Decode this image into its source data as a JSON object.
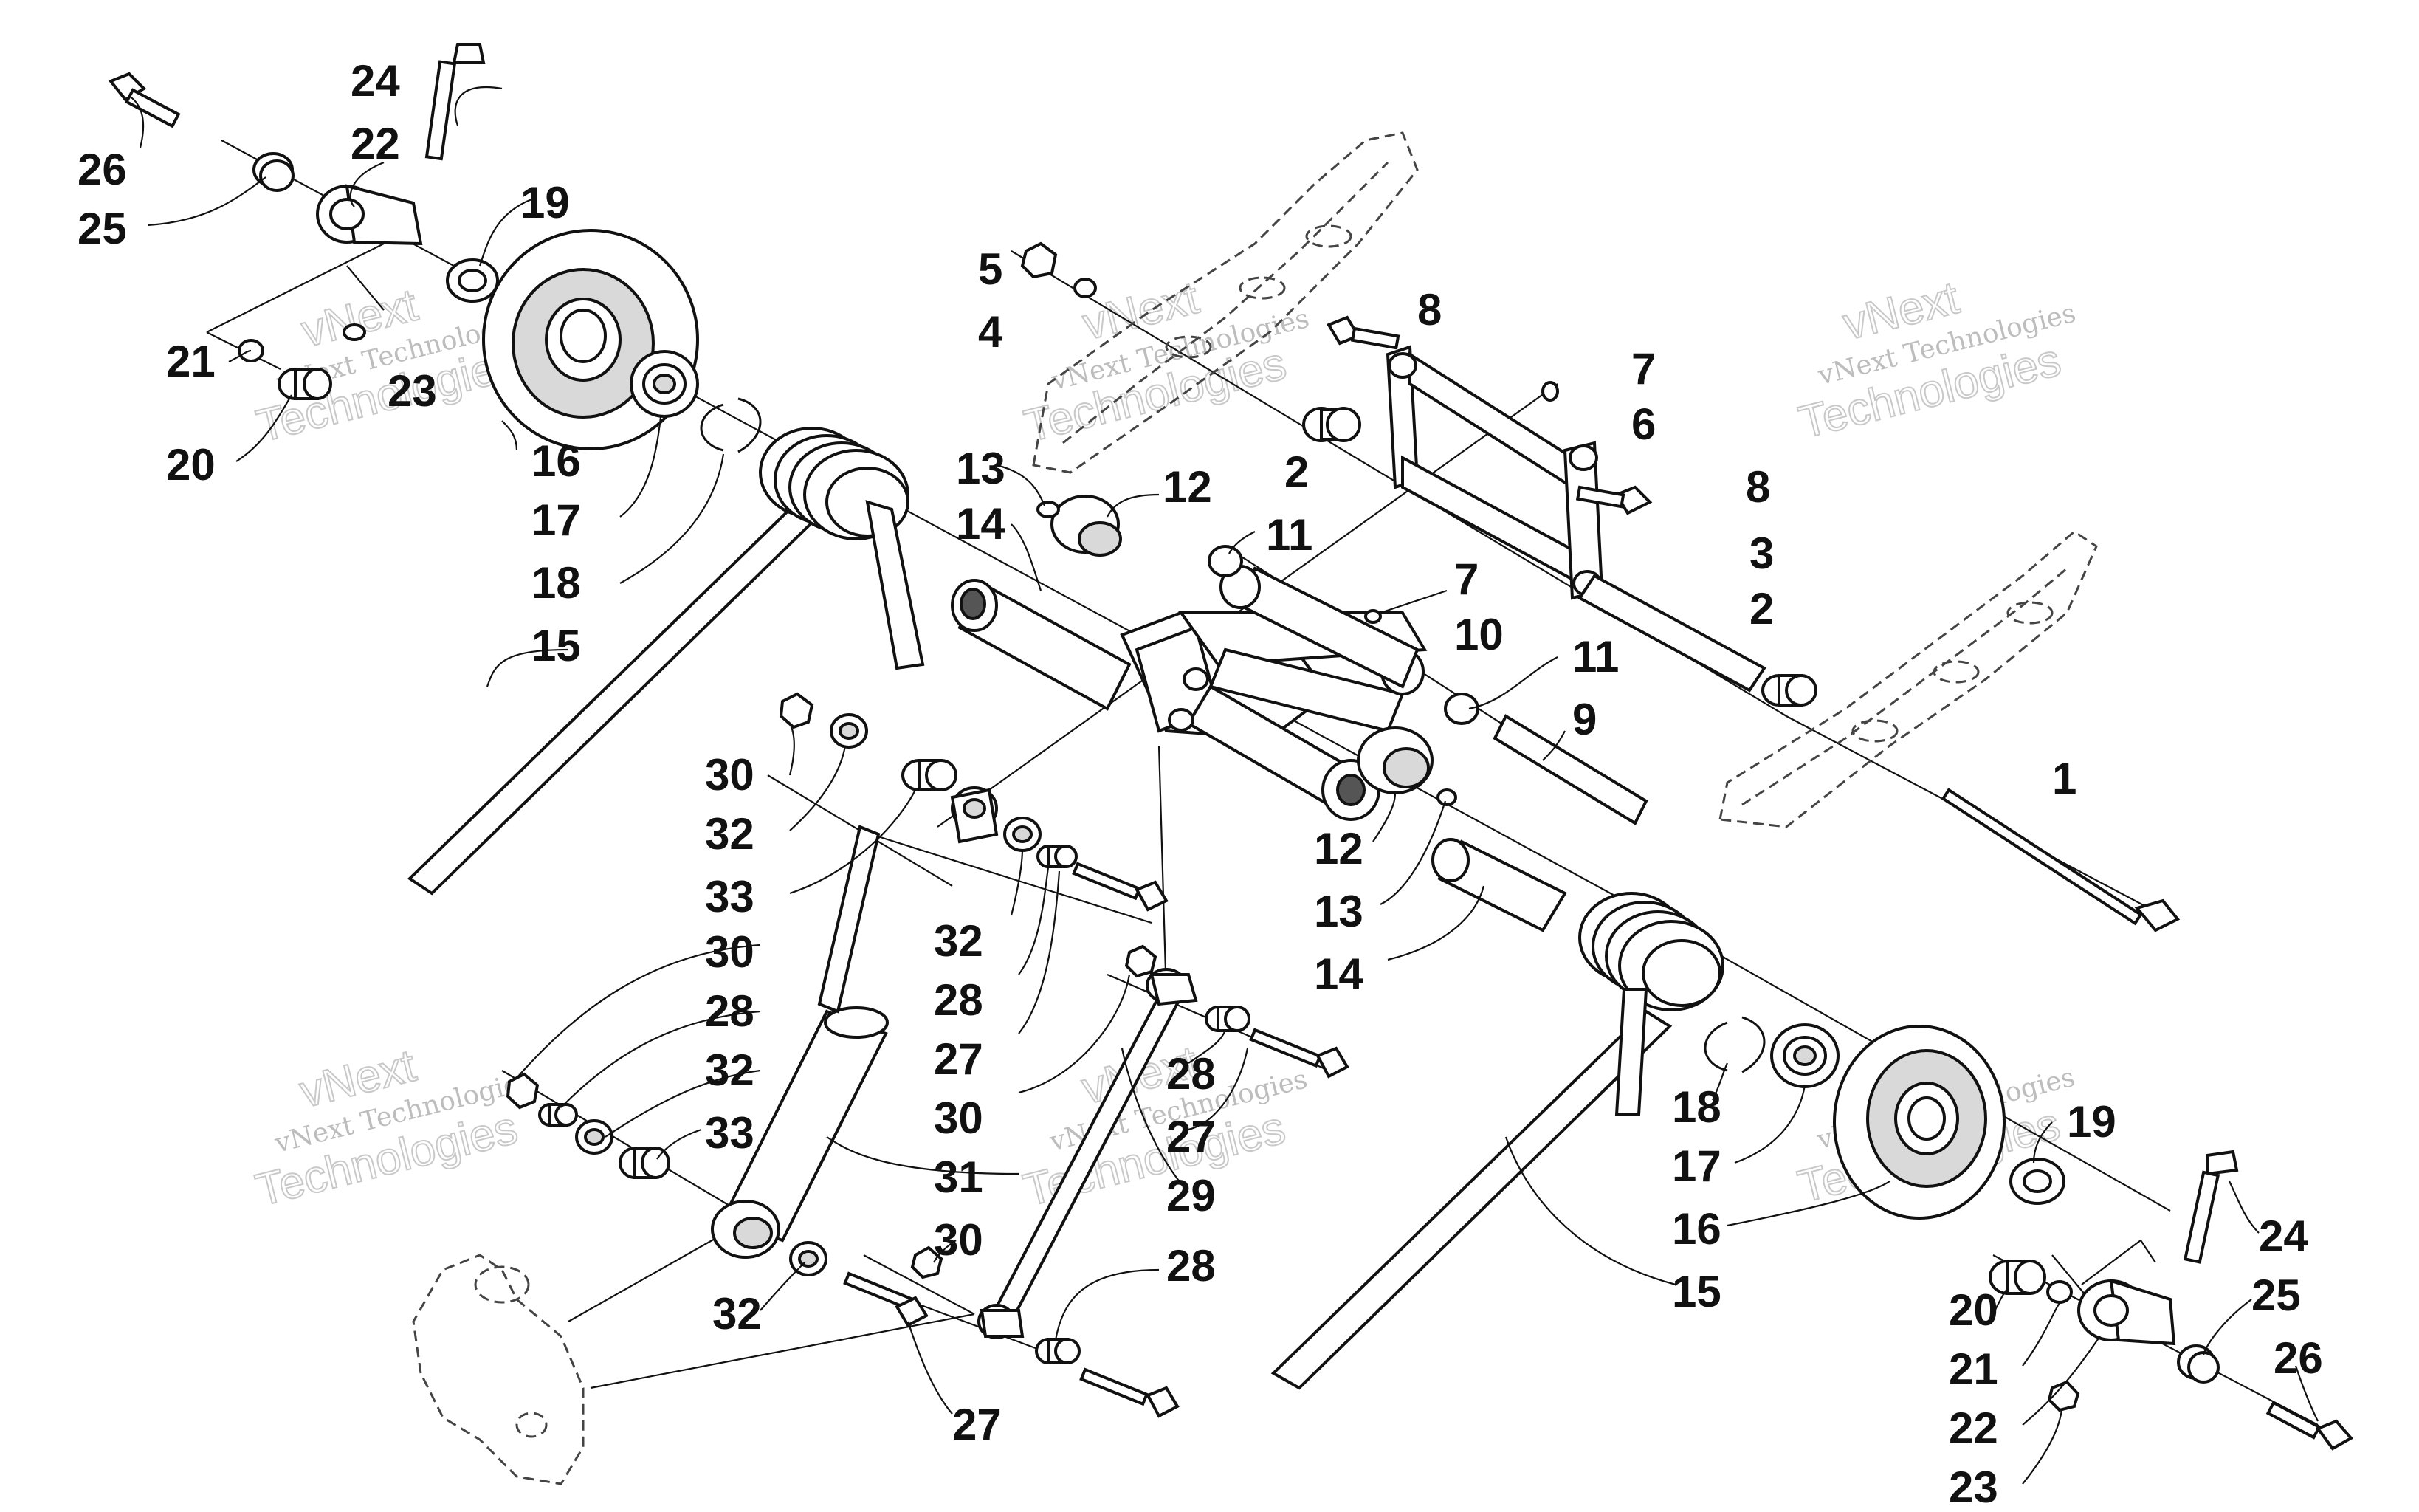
{
  "diagram": {
    "callouts": [
      {
        "id": "c24a",
        "text": "24"
      },
      {
        "id": "c26a",
        "text": "26"
      },
      {
        "id": "c22a",
        "text": "22"
      },
      {
        "id": "c25a",
        "text": "25"
      },
      {
        "id": "c19a",
        "text": "19"
      },
      {
        "id": "c21a",
        "text": "21"
      },
      {
        "id": "c23a",
        "text": "23"
      },
      {
        "id": "c20a",
        "text": "20"
      },
      {
        "id": "c16a",
        "text": "16"
      },
      {
        "id": "c17a",
        "text": "17"
      },
      {
        "id": "c18a",
        "text": "18"
      },
      {
        "id": "c15a",
        "text": "15"
      },
      {
        "id": "c5",
        "text": "5"
      },
      {
        "id": "c4",
        "text": "4"
      },
      {
        "id": "c8a",
        "text": "8"
      },
      {
        "id": "c7a",
        "text": "7"
      },
      {
        "id": "c6",
        "text": "6"
      },
      {
        "id": "c2a",
        "text": "2"
      },
      {
        "id": "c8b",
        "text": "8"
      },
      {
        "id": "c3",
        "text": "3"
      },
      {
        "id": "c2b",
        "text": "2"
      },
      {
        "id": "c13a",
        "text": "13"
      },
      {
        "id": "c14a",
        "text": "14"
      },
      {
        "id": "c12a",
        "text": "12"
      },
      {
        "id": "c11a",
        "text": "11"
      },
      {
        "id": "c7b",
        "text": "7"
      },
      {
        "id": "c10",
        "text": "10"
      },
      {
        "id": "c11b",
        "text": "11"
      },
      {
        "id": "c9",
        "text": "9"
      },
      {
        "id": "c1",
        "text": "1"
      },
      {
        "id": "c30a",
        "text": "30"
      },
      {
        "id": "c32a",
        "text": "32"
      },
      {
        "id": "c33a",
        "text": "33"
      },
      {
        "id": "c12b",
        "text": "12"
      },
      {
        "id": "c13b",
        "text": "13"
      },
      {
        "id": "c14b",
        "text": "14"
      },
      {
        "id": "c32b",
        "text": "32"
      },
      {
        "id": "c28a",
        "text": "28"
      },
      {
        "id": "c27a",
        "text": "27"
      },
      {
        "id": "c30b",
        "text": "30"
      },
      {
        "id": "c28b",
        "text": "28"
      },
      {
        "id": "c32c",
        "text": "32"
      },
      {
        "id": "c33b",
        "text": "33"
      },
      {
        "id": "c30c",
        "text": "30"
      },
      {
        "id": "c31",
        "text": "31"
      },
      {
        "id": "c28c",
        "text": "28"
      },
      {
        "id": "c27b",
        "text": "27"
      },
      {
        "id": "c29",
        "text": "29"
      },
      {
        "id": "c18b",
        "text": "18"
      },
      {
        "id": "c17b",
        "text": "17"
      },
      {
        "id": "c16b",
        "text": "16"
      },
      {
        "id": "c15b",
        "text": "15"
      },
      {
        "id": "c19b",
        "text": "19"
      },
      {
        "id": "c24b",
        "text": "24"
      },
      {
        "id": "c20b",
        "text": "20"
      },
      {
        "id": "c21b",
        "text": "21"
      },
      {
        "id": "c22b",
        "text": "22"
      },
      {
        "id": "c23b",
        "text": "23"
      },
      {
        "id": "c25b",
        "text": "25"
      },
      {
        "id": "c26b",
        "text": "26"
      },
      {
        "id": "c30d",
        "text": "30"
      },
      {
        "id": "c32d",
        "text": "32"
      },
      {
        "id": "c28d",
        "text": "28"
      },
      {
        "id": "c27c",
        "text": "27"
      }
    ],
    "watermark": {
      "line1": "vNext",
      "line2": "vNext Technologies",
      "line3": "Technologies"
    }
  }
}
